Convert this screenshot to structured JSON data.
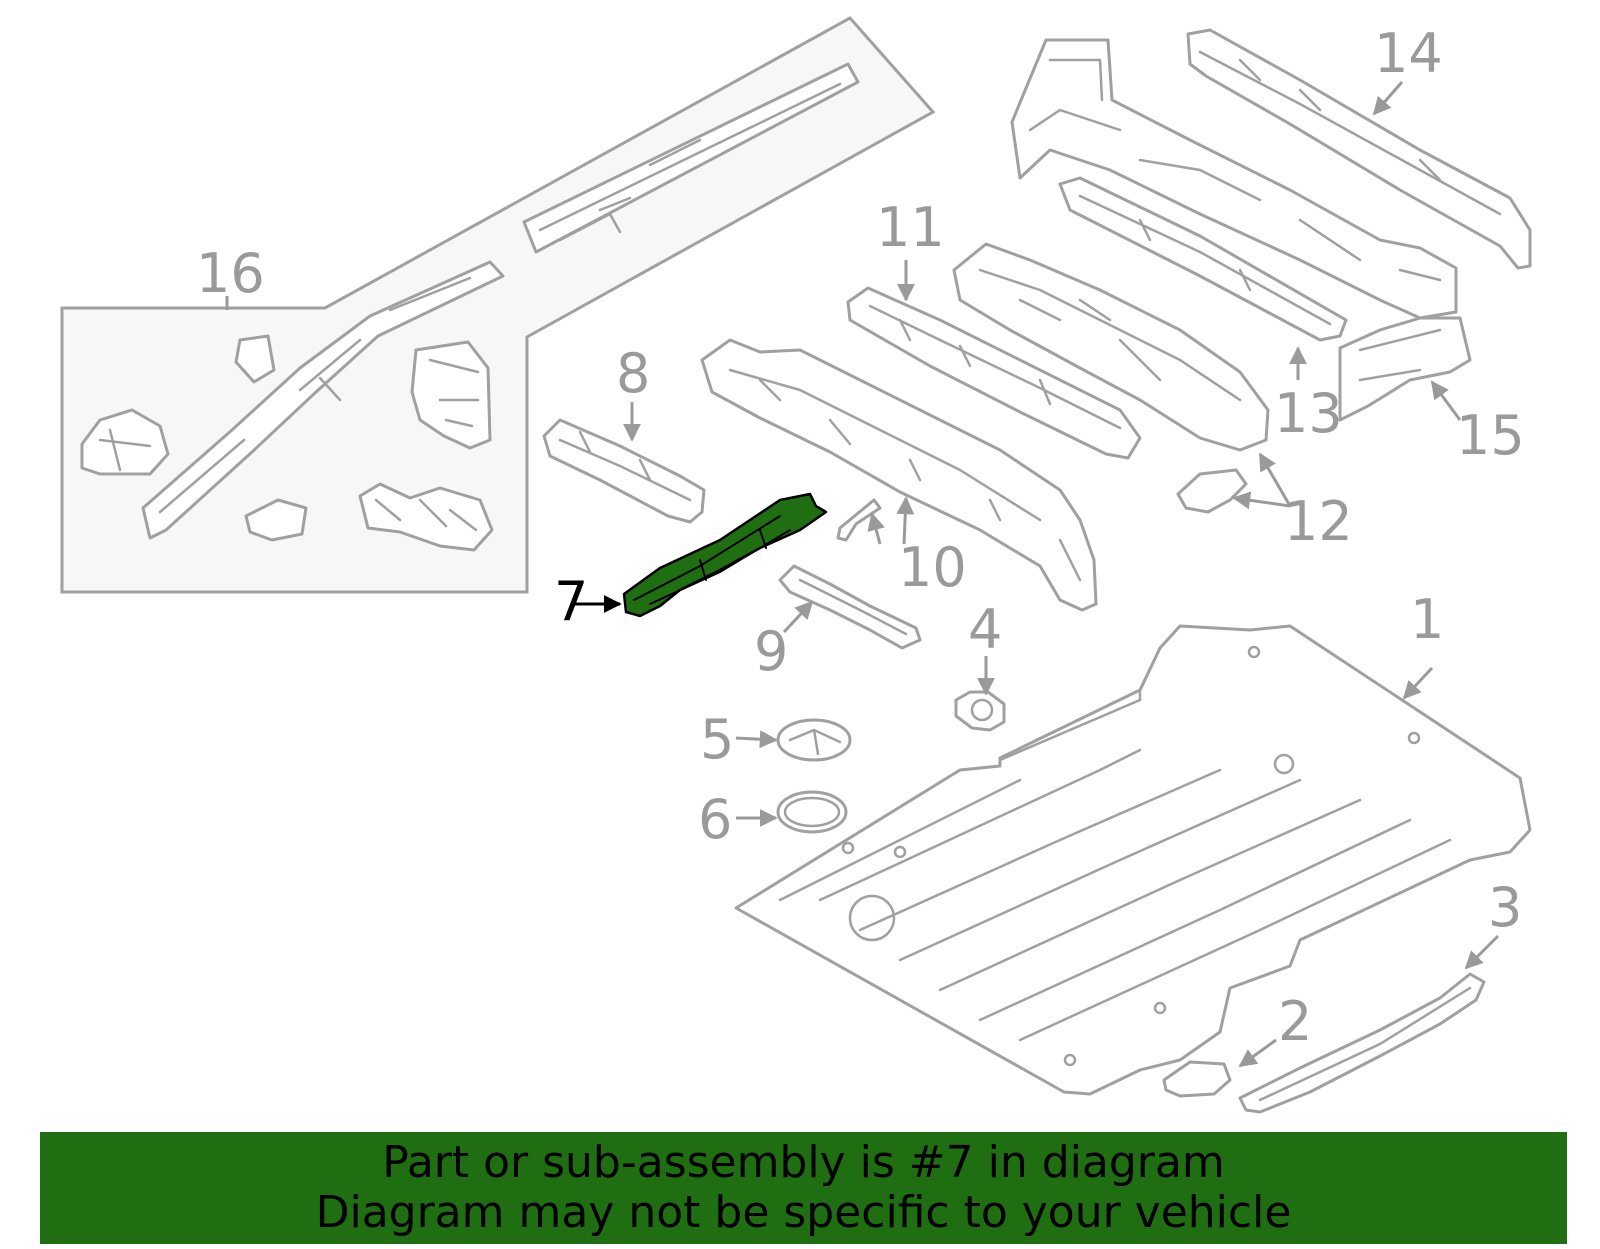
{
  "callouts": {
    "c1": "1",
    "c2": "2",
    "c3": "3",
    "c4": "4",
    "c5": "5",
    "c6": "6",
    "c7": "7",
    "c8": "8",
    "c9": "9",
    "c10": "10",
    "c11": "11",
    "c12": "12",
    "c13": "13",
    "c14": "14",
    "c15": "15",
    "c16": "16"
  },
  "highlight": {
    "part_number": "7",
    "color": "#1f6e12"
  },
  "colors": {
    "line_art": "#a0a0a0",
    "banner": "#1f6e12"
  },
  "banner": {
    "line1": "Part or sub-assembly is #7 in diagram",
    "line2": "Diagram may not be specific to your vehicle"
  }
}
